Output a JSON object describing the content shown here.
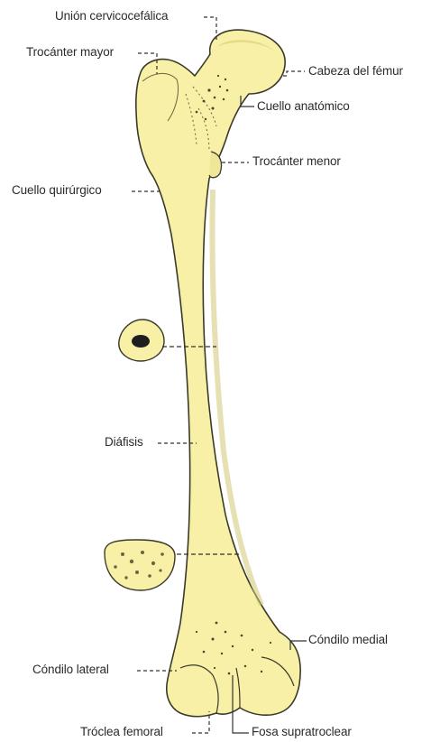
{
  "labels": {
    "union_cervicocefalica": "Unión cervicocefálica",
    "trocanter_mayor": "Trocánter mayor",
    "cabeza_femur": "Cabeza del fémur",
    "cuello_anatomico": "Cuello anatómico",
    "trocanter_menor": "Trocánter menor",
    "cuello_quirurgico": "Cuello quirúrgico",
    "diafisis": "Diáfisis",
    "condilo_medial": "Cóndilo medial",
    "condilo_lateral": "Cóndilo lateral",
    "troclea_femoral": "Tróclea femoral",
    "fosa_supratroclear": "Fosa supratroclear"
  },
  "colors": {
    "bone_fill": "#f7f0a6",
    "bone_outline": "#3a3a2a",
    "shading": "#d9cf7a",
    "leader_line": "#333333",
    "text": "#2b2b2b",
    "background": "#ffffff"
  }
}
